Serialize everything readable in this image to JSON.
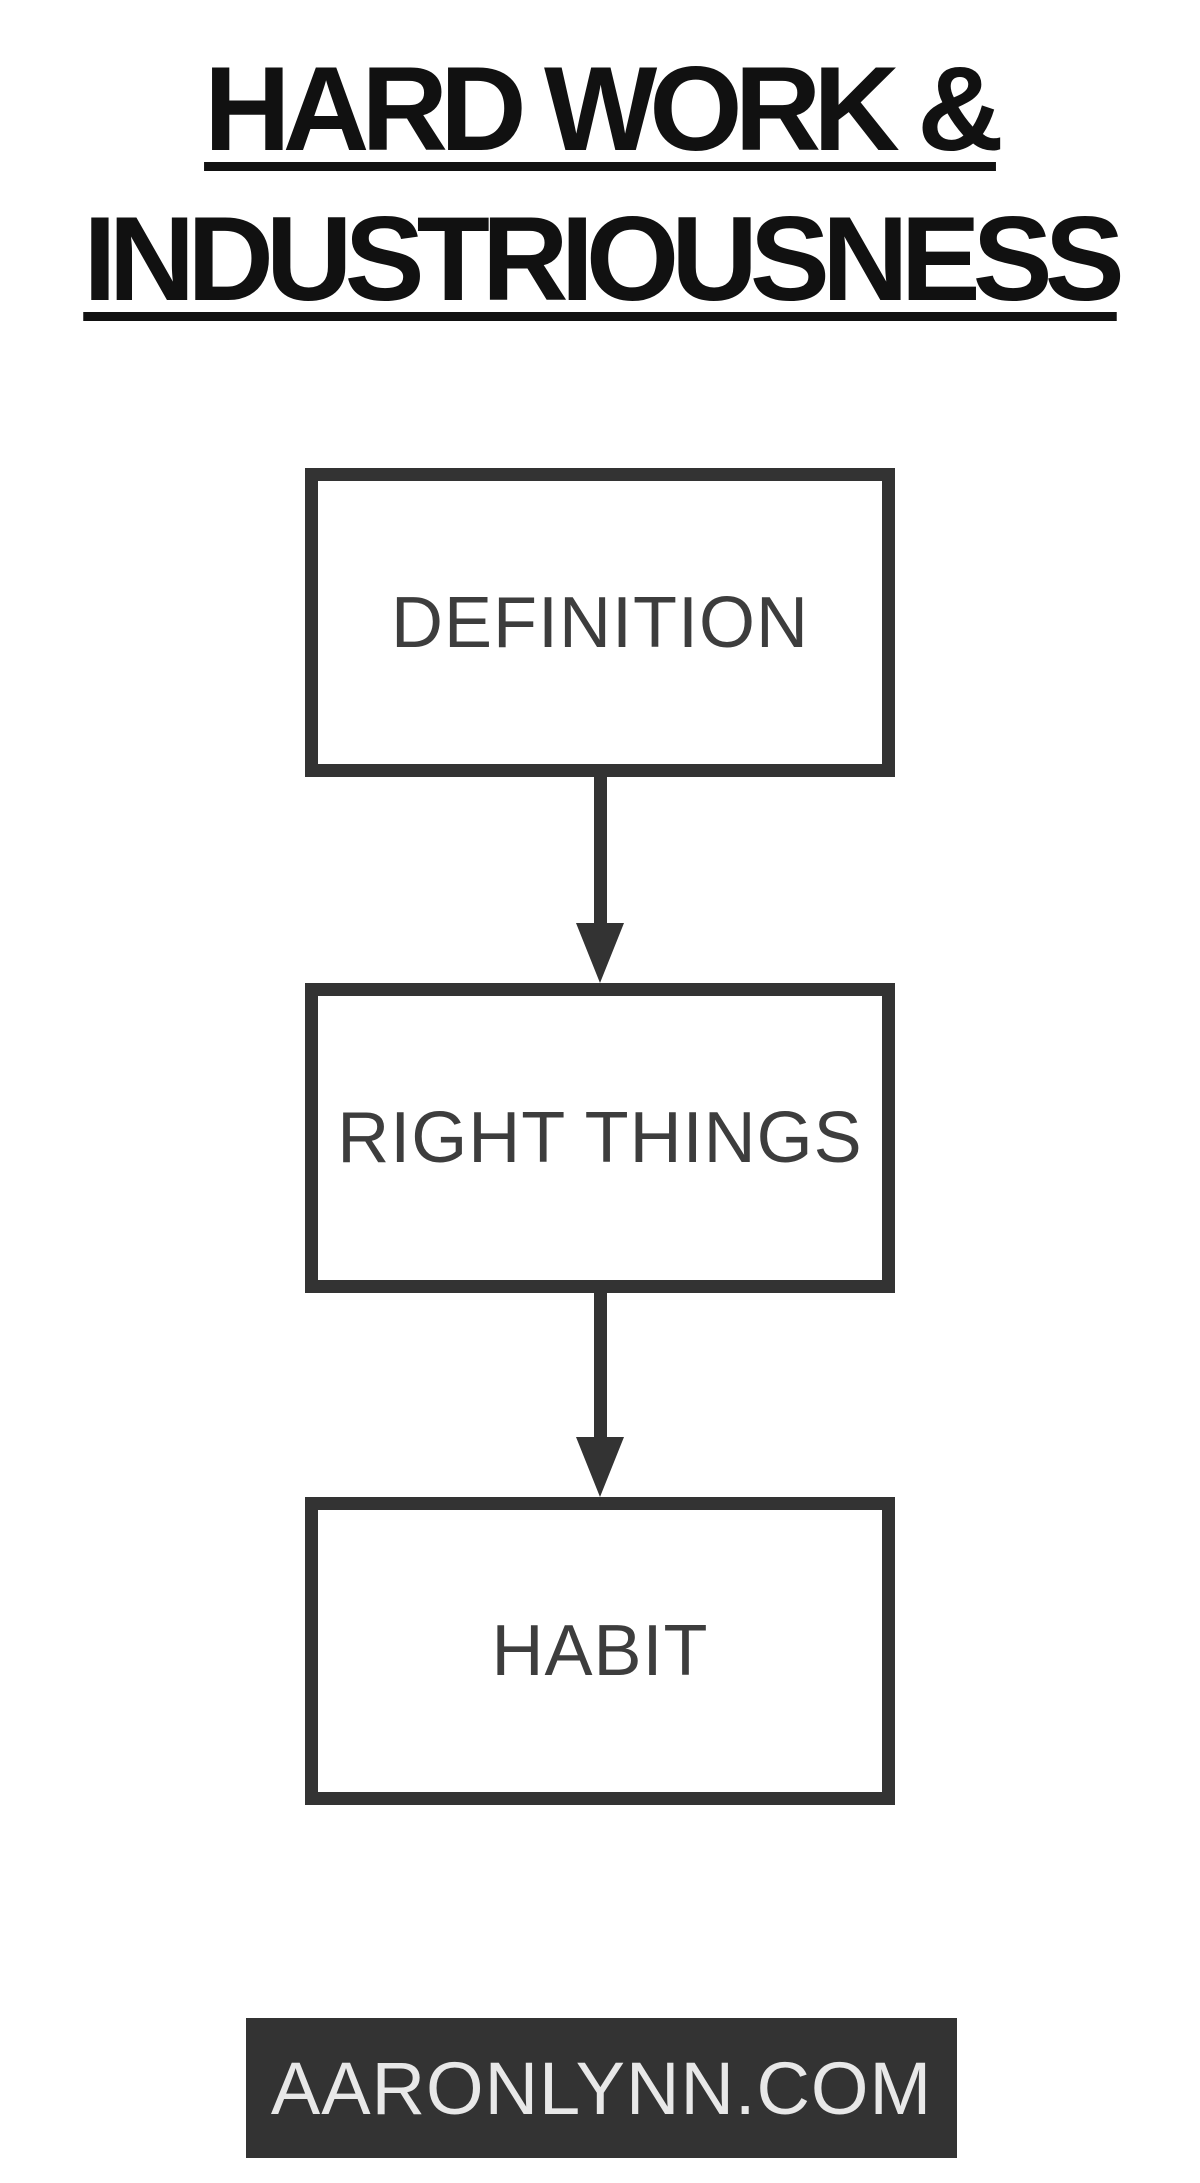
{
  "title": {
    "line1": "HARD WORK &",
    "line2": "INDUSTRIOUSNESS"
  },
  "flow": {
    "steps": [
      {
        "label": "DEFINITION"
      },
      {
        "label": "RIGHT THINGS"
      },
      {
        "label": "HABIT"
      }
    ],
    "connector": "down-arrow"
  },
  "footer": {
    "site": "AARONLYNN.COM"
  },
  "colors": {
    "ink": "#333333",
    "title-ink": "#111111",
    "box-label": "#3d3d3d",
    "footer-bg": "#333333",
    "footer-text": "#e8e8e8",
    "page-bg": "#ffffff"
  }
}
